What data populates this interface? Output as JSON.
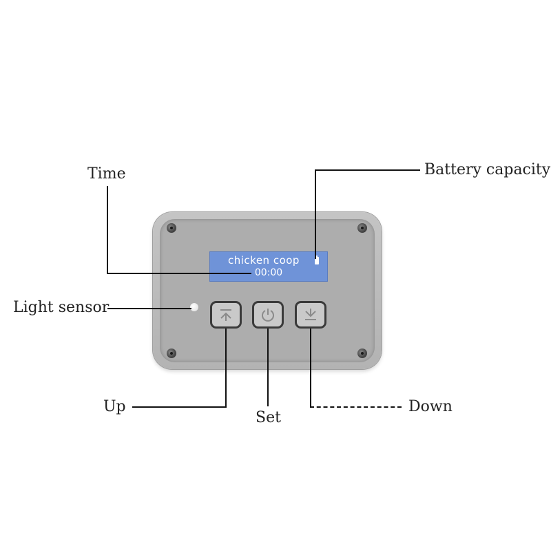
{
  "labels": {
    "time": "Time",
    "battery": "Battery capacity",
    "light_sensor": "Light sensor",
    "up": "Up",
    "set": "Set",
    "down": "Down"
  },
  "display": {
    "title": "chicken coop",
    "time": "00:00"
  },
  "icons": {
    "up_button": "chevron-up-to-bar-icon",
    "set_button": "power-icon",
    "down_button": "chevron-down-to-bar-icon",
    "battery": "battery-icon"
  },
  "colors": {
    "lcd_background": "#6f93d8",
    "lcd_text": "#ffffff",
    "device_body": "#b8b8b8"
  }
}
